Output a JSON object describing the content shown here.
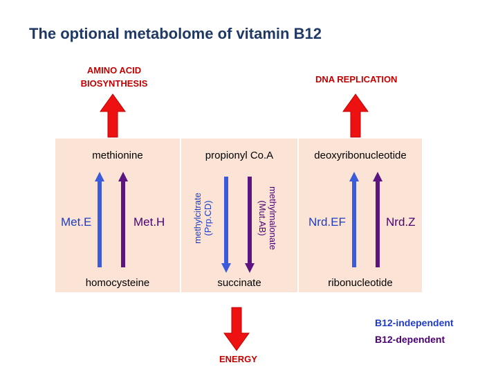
{
  "title": "The optional metabolome of vitamin B12",
  "outputs": {
    "amino_acid_line1": "AMINO ACID",
    "amino_acid_line2": "BIOSYNTHESIS",
    "dna_replication": "DNA REPLICATION",
    "energy": "ENERGY"
  },
  "panels": {
    "methionine": {
      "top": "methionine",
      "bottom": "homocysteine",
      "b12_independent_enzyme": "Met.E",
      "b12_dependent_enzyme": "Met.H"
    },
    "propionyl": {
      "top": "propionyl Co.A",
      "bottom": "succinate",
      "b12_independent_line1": "methylcitrate",
      "b12_independent_line2": "(Prp.CD)",
      "b12_dependent_line1": "methylmalonate",
      "b12_dependent_line2": "(Mut.AB)"
    },
    "nucleotide": {
      "top": "deoxyribonucleotide",
      "bottom": "ribonucleotide",
      "b12_independent_enzyme": "Nrd.EF",
      "b12_dependent_enzyme": "Nrd.Z"
    }
  },
  "legend": {
    "independent": "B12-independent",
    "dependent": "B12-dependent"
  },
  "colors": {
    "title": "#1f3864",
    "panel_background": "#fbe4d5",
    "b12_independent": "#1f3cc8",
    "b12_dependent": "#4b0072",
    "output_arrow": "#ee1111",
    "output_text": "#c00000"
  }
}
